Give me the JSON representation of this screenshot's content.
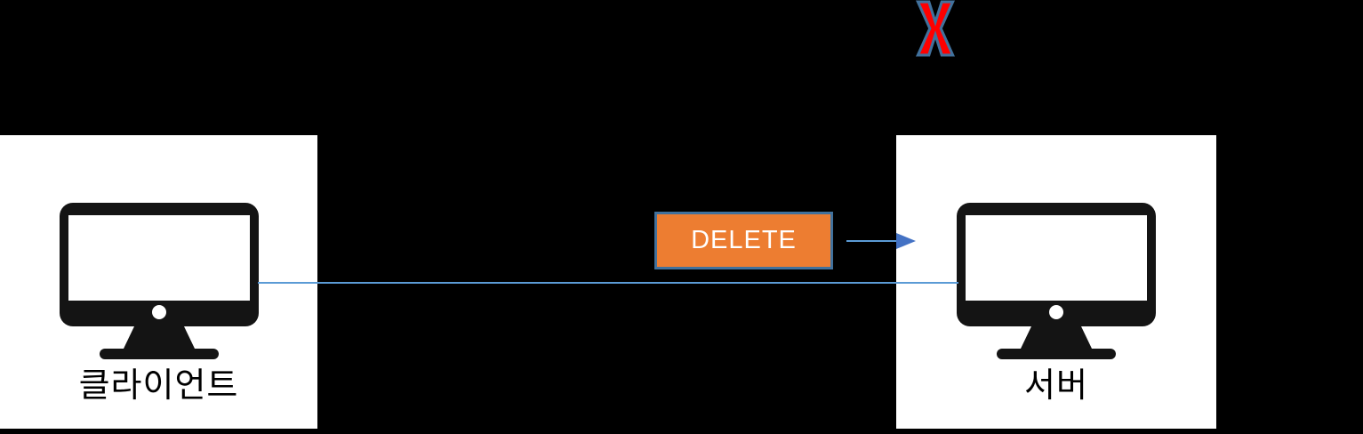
{
  "nodes": {
    "client": {
      "label": "클라이언트",
      "icon": "desktop-monitor-icon"
    },
    "server": {
      "label": "서버",
      "icon": "desktop-monitor-icon"
    }
  },
  "request_box": {
    "label": "DELETE",
    "fill_color": "#ED7D31",
    "border_color": "#41719C",
    "text_color": "#FFFFFF"
  },
  "blocked_mark": {
    "glyph": "X",
    "fill_color": "#FF0000",
    "outline_color": "#41719C"
  },
  "colors": {
    "background": "#000000",
    "panel": "#FFFFFF",
    "connector_line": "#5B9BD5",
    "arrowhead": "#4472C4",
    "monitor_icon": "#141414",
    "label_text": "#000000"
  }
}
